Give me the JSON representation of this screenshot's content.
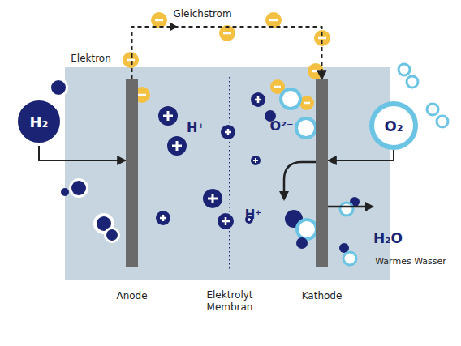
{
  "diagram": {
    "nodes": [
      {
        "text": [
          "H₂"
        ]
      },
      {
        "text": [
          "Anode"
        ]
      },
      {
        "text": [
          "Kathode"
        ]
      },
      {
        "text": [
          "O₂"
        ]
      }
    ],
    "edges": [
      {
        "from": 0,
        "to": 1,
        "arrow": "to"
      },
      {
        "from": 3,
        "to": 2,
        "arrow": "to"
      },
      {
        "from": 1,
        "to": 2,
        "arrow": "to",
        "label": "Gleichstrom"
      }
    ],
    "labels": [
      "Elektron",
      "H⁺",
      "O²⁻",
      "H⁺",
      "H₂O",
      "Warmes Wasser",
      "Elektrolyt Membran"
    ]
  }
}
